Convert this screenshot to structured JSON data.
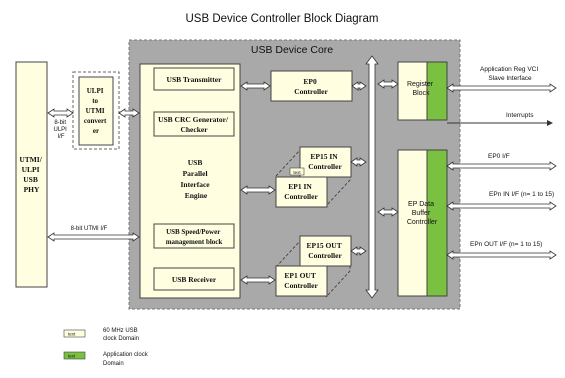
{
  "title": "USB Device Controller Block Diagram",
  "colors": {
    "core_bg": "#a9a9a9",
    "cream": "#fffee0",
    "green": "#7ac142",
    "border": "#555555",
    "arrow_fill": "#ffffff"
  },
  "phy": {
    "lines": [
      "UTMI/",
      "ULPI",
      "USB",
      "PHY"
    ]
  },
  "ulpi_converter": {
    "lines": [
      "ULPI",
      "to",
      "UTMI",
      "convert",
      "er"
    ]
  },
  "ulpi_if_label": [
    "8-bit",
    "ULPI",
    "I/F"
  ],
  "utmi_if_label": "8-bit UTMI I/F",
  "core": {
    "title": "USB Device Core",
    "transmitter": "USB Transmitter",
    "crc": [
      "USB CRC Generator/",
      "Checker"
    ],
    "engine": [
      "USB",
      "Parallel",
      "Interface",
      "Engine"
    ],
    "speed": [
      "USB Speed/Power",
      "management block"
    ],
    "receiver": "USB Receiver",
    "ep0": [
      "EP0",
      "Controller"
    ],
    "ep15_in": [
      "EP15 IN",
      "Controller"
    ],
    "ep1_in": [
      "EP1 IN",
      "Controller"
    ],
    "ep15_out": [
      "EP15 OUT",
      "Controller"
    ],
    "ep1_out": [
      "EP1 OUT",
      "Controller"
    ],
    "text_tag": "text",
    "register_block": [
      "Register",
      "Block"
    ],
    "ep_buffer": [
      "EP Data",
      "Buffer",
      "Controller"
    ]
  },
  "right_labels": {
    "app_reg": [
      "Application Reg VCI",
      "Slave Interface"
    ],
    "interrupts": "Interrupts",
    "ep0_if": "EP0 I/F",
    "epn_in_if": "EPn IN  I/F (n= 1 to 15)",
    "epn_out_if": "EPn OUT I/F (n= 1 to 15)"
  },
  "legend": [
    {
      "swatch_text": "text",
      "color": "#fffee0",
      "label": [
        "60 MHz USB",
        "clock Domain"
      ]
    },
    {
      "swatch_text": "text",
      "color": "#7ac142",
      "label": [
        "Application clock",
        "Domain"
      ]
    }
  ]
}
